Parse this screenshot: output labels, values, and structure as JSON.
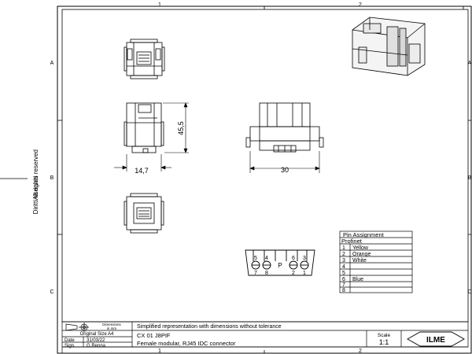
{
  "frame": {
    "col_labels": [
      "1",
      "2"
    ],
    "row_labels": [
      "A",
      "B",
      "C"
    ],
    "side_text_1": "All rights reserved",
    "side_text_2": "Diritti riservati"
  },
  "dimensions": {
    "width_side": "14,7",
    "height_side": "45,5",
    "width_front": "30"
  },
  "pin_table": {
    "header": "Pin Assignment",
    "subheader": "Profinet",
    "rows": [
      {
        "pin": "1",
        "value": "Yellow"
      },
      {
        "pin": "2",
        "value": "Orange"
      },
      {
        "pin": "3",
        "value": "White"
      },
      {
        "pin": "4",
        "value": ""
      },
      {
        "pin": "5",
        "value": ""
      },
      {
        "pin": "6",
        "value": "Blue"
      },
      {
        "pin": "7",
        "value": ""
      },
      {
        "pin": "8",
        "value": ""
      }
    ]
  },
  "pinout": {
    "top_numbers": [
      "5",
      "4",
      "6",
      "3"
    ],
    "bottom_numbers": [
      "7",
      "8",
      "2",
      "1"
    ],
    "center_label": "P"
  },
  "title_block": {
    "dimensions_label": "Dimensions",
    "dimensions_unit": "in mm",
    "original_size": "Original Size A4",
    "date_label": "Date",
    "date_value": "31/03/22",
    "sign_label": "Sign.",
    "sign_value": "G.Renna",
    "note": "Simplified representation with dimensions without tolerance",
    "code": "CX 01 J8PIF",
    "description": "Female modular, RJ45 IDC connector",
    "scale_label": "Scale",
    "scale_value": "1:1",
    "logo_text": "ILME"
  }
}
